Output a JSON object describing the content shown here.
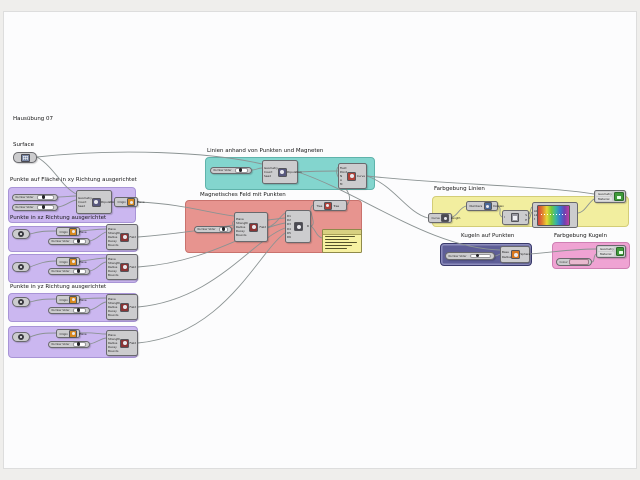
{
  "canvas": {
    "heading": "Hausübung 07",
    "surface_label": "Surface"
  },
  "groups": {
    "xy": {
      "title": "Punkte auf Fläche in xy Richtung ausgerichtet"
    },
    "xz": {
      "title": "Punkte in xz Richtung ausgerichtet"
    },
    "yz": {
      "title": "Punkte in yz Richtung ausgerichtet"
    },
    "lines": {
      "title": "Linien anhand von Punkten und Magneten"
    },
    "field": {
      "title": "Magnetisches Feld mit Punkten"
    },
    "line_colors": {
      "title": "Farbgebung Linien"
    },
    "spheres": {
      "title": "Kugeln auf Punkten"
    },
    "sphere_colors": {
      "title": "Farbgebung Kugeln"
    }
  },
  "slider_label": "Number Slider",
  "ports": {
    "populate_in": "Geometry\nCount\nSeed",
    "populate_out": "Population",
    "plane_pair_in": "Origin",
    "plane_pair_out": "Plane",
    "spin_in": "Plane\nStrength\nRadius\nDecay\nBounds",
    "spin_out": "Field",
    "merge_in": "D1\nD2\nD3\nD4\nD5\nD6",
    "merge_out": "R",
    "fieldline_in": "Field\nPoint\nN\nA\nM",
    "fieldline_out": "Curve",
    "flatten_in": "Tree",
    "flatten_out": "Tree",
    "length_pair_in": "Curve",
    "length_pair_out": "Length",
    "bounds_pair_in": "Numbers",
    "bounds_pair_out": "Domain",
    "dedomain_in": "I",
    "dedomain_out": "S\nE",
    "gradient_in": "L0\nL1\nt",
    "sphere_in": "Base\nRadius",
    "sphere_out": "Sphere",
    "preview_rows": [
      "Geometry",
      "Material"
    ],
    "swatch_label": "Colour"
  },
  "colors": {
    "group_purple": "#cbb7f0",
    "group_teal": "#83d5ce",
    "group_red": "#e7948f",
    "group_yellow": "#f2ee9f",
    "group_navy": "#5e5e97",
    "group_pink": "#efa3d3",
    "wire": "#8b9393",
    "panel_yellow": "#f7f1a1",
    "gradient_stops": [
      "#d04040",
      "#e08030",
      "#e8d838",
      "#78c838",
      "#38b8a0",
      "#3878d0",
      "#7040b0",
      "#c040a0"
    ]
  }
}
